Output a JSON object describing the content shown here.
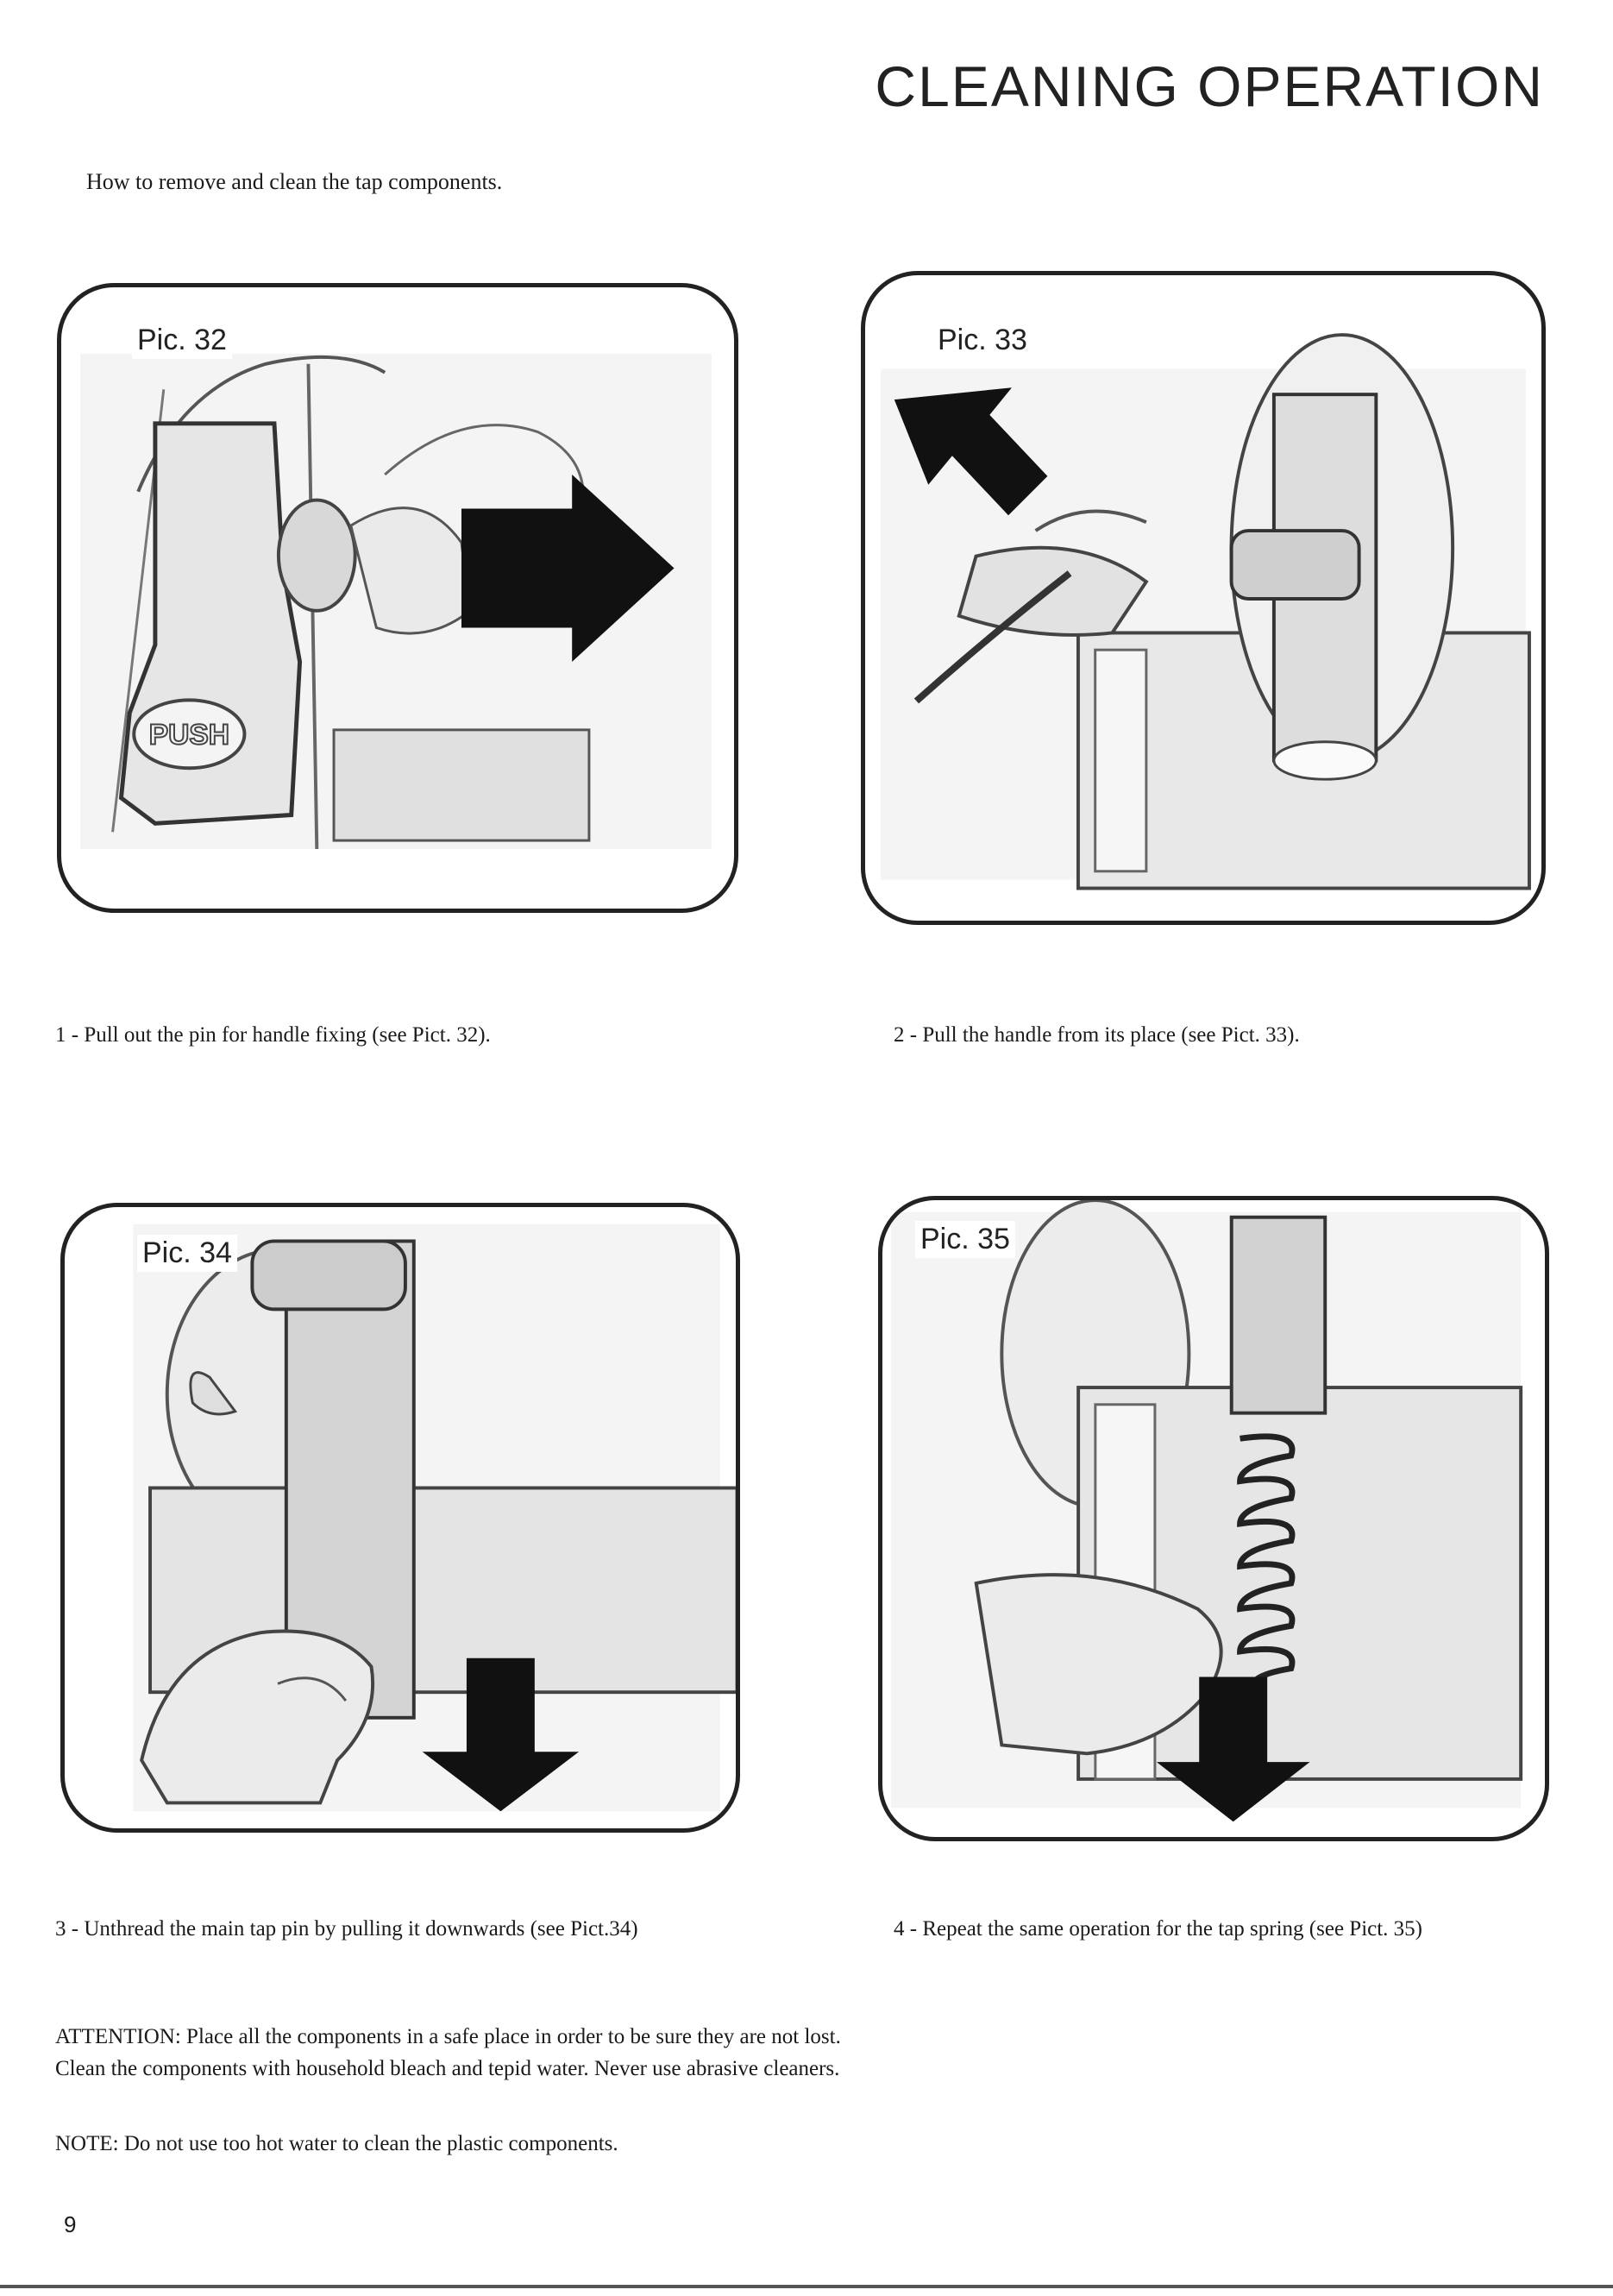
{
  "header": {
    "title": "CLEANING OPERATION"
  },
  "intro": "How to remove and clean the tap components.",
  "pictures": [
    {
      "label": "Pic. 32",
      "caption": "1 - Pull out the pin for handle fixing (see Pict. 32).",
      "arrow": "right-arrow-icon",
      "button_text": "PUSH"
    },
    {
      "label": "Pic. 33",
      "caption": "2 - Pull the handle from its place (see Pict. 33).",
      "arrow": "up-left-arrow-icon"
    },
    {
      "label": "Pic. 34",
      "caption": "3 - Unthread the main tap pin by pulling it downwards (see Pict.34)",
      "arrow": "down-arrow-icon"
    },
    {
      "label": "Pic. 35",
      "caption": "4 - Repeat the same operation for the tap spring (see Pict. 35)",
      "arrow": "down-arrow-icon"
    }
  ],
  "attention": [
    "ATTENTION: Place all the components in a safe place in order to be sure they are not lost.",
    "Clean the components with household bleach and tepid water. Never use abrasive cleaners."
  ],
  "note": "NOTE: Do not use too hot water to clean the plastic components.",
  "page_number": "9"
}
